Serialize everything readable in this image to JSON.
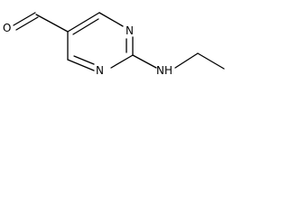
{
  "molecule": {
    "atoms": {
      "O": "O",
      "N_top": "N",
      "N_bottom": "N",
      "NH": "NH"
    }
  }
}
